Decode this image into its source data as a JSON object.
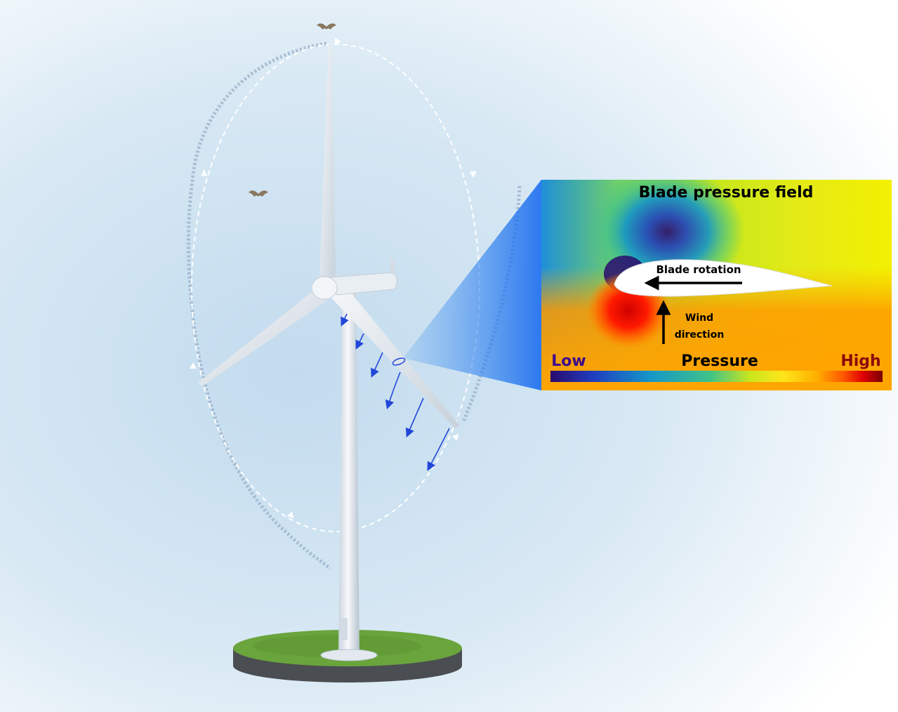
{
  "panel": {
    "title": "Blade pressure field",
    "rotation_label": "Blade rotation",
    "wind_label_line1": "Wind",
    "wind_label_line2": "direction"
  },
  "colorbar": {
    "low_label": "Low",
    "title": "Pressure",
    "high_label": "High",
    "low_color": "#3d0a8c",
    "high_color": "#8b0a0a",
    "stops": [
      "#2a0a6e",
      "#1f3fbf",
      "#1596c8",
      "#3fc28a",
      "#c8e61e",
      "#ffe51a",
      "#ffb000",
      "#ff5a00",
      "#e10000",
      "#7a0000"
    ]
  },
  "colors": {
    "background": "#cfe3f1",
    "ground": "#5f9a35",
    "turbine": "#eef2f6",
    "flow_arrows": "#2247d8",
    "rotation_path": "#ffffff"
  },
  "icons": [
    "bat-icon",
    "bat-icon"
  ]
}
